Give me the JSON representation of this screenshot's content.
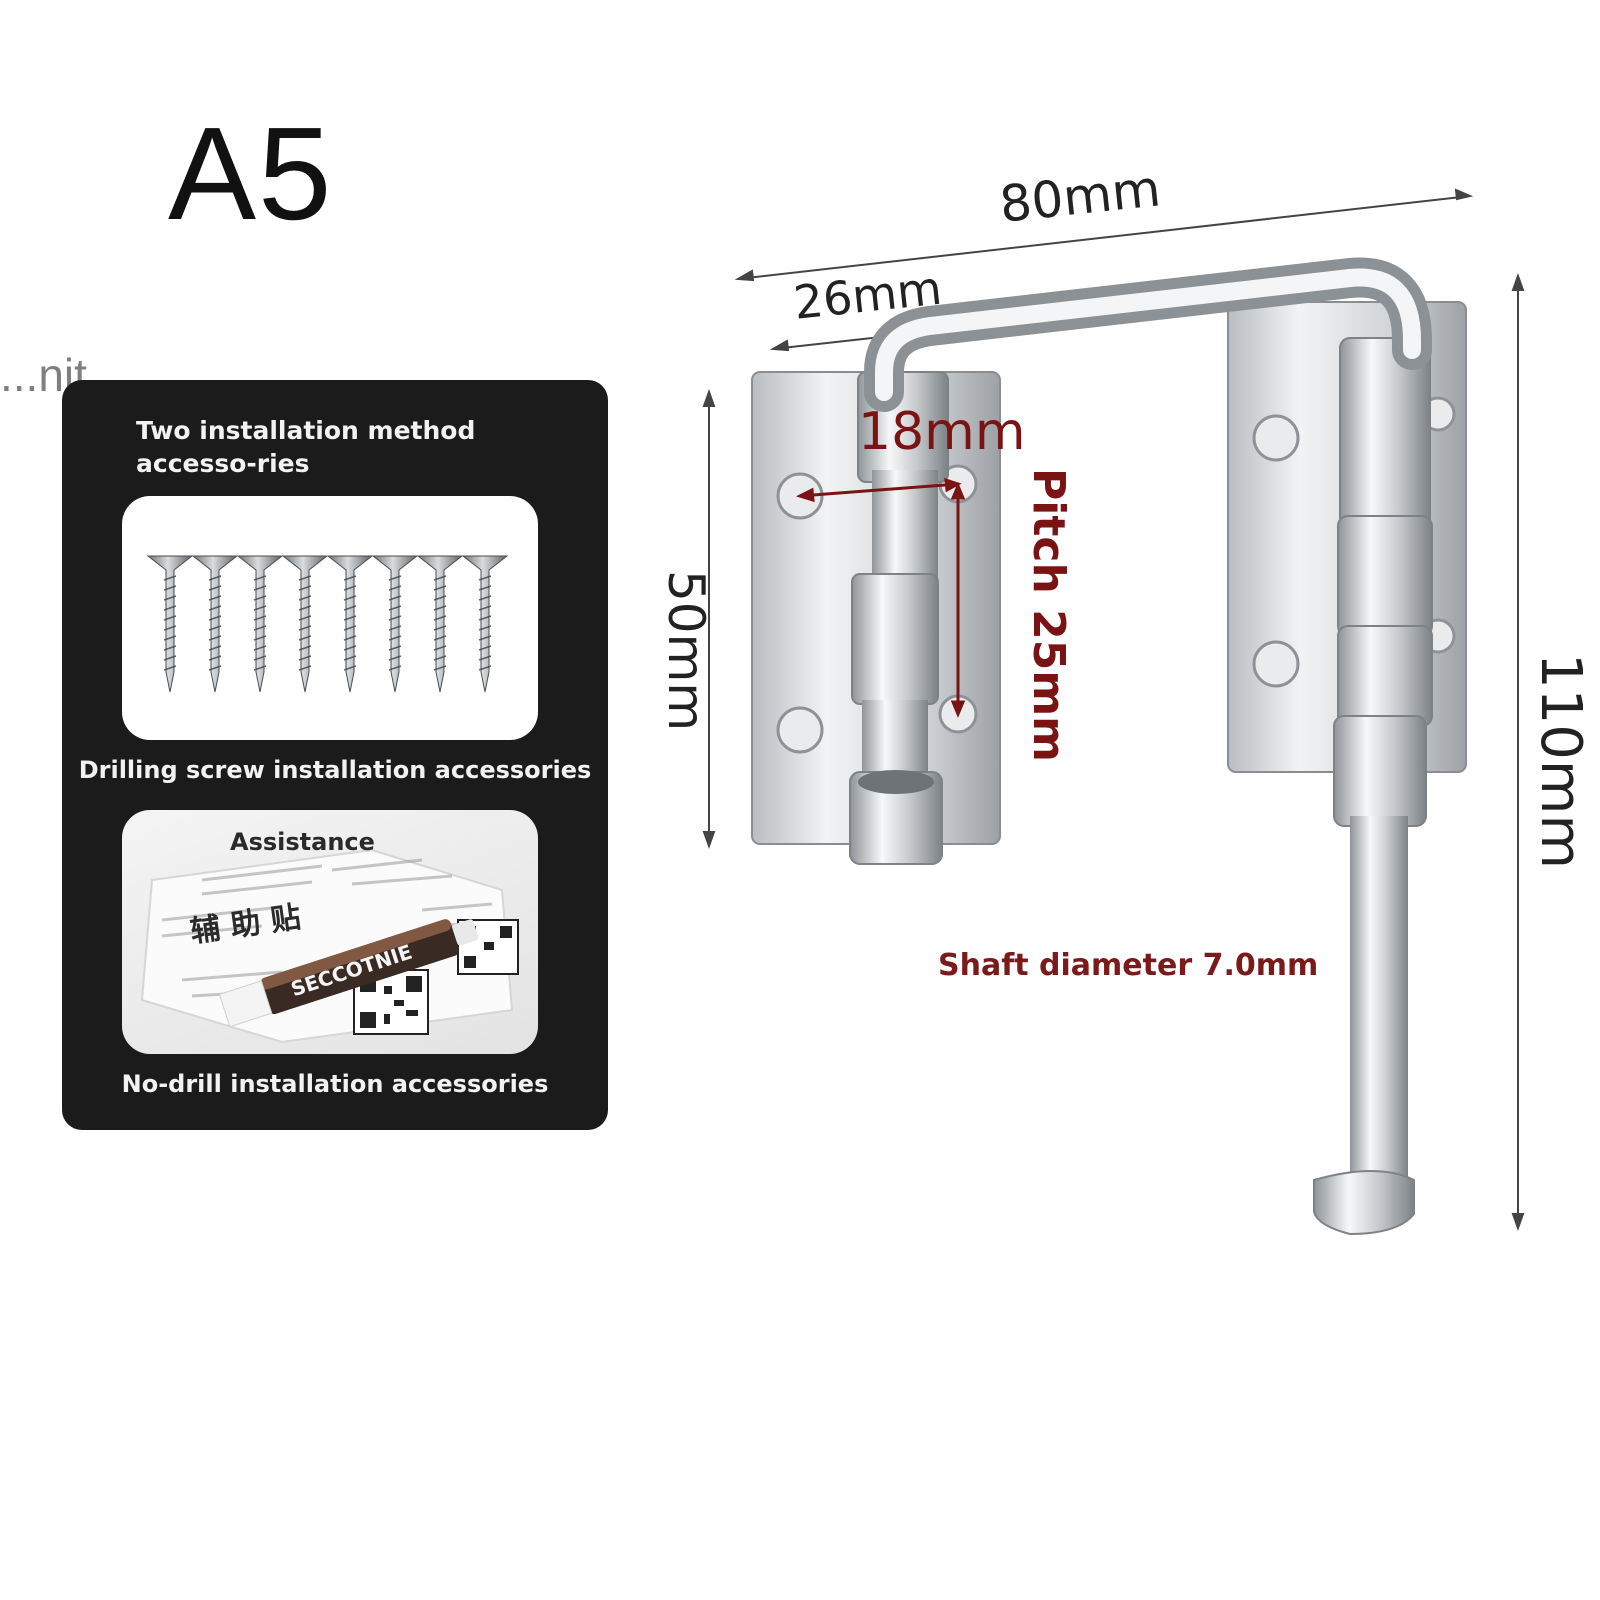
{
  "model": {
    "label": "A5"
  },
  "cutoff_text": "...nit",
  "accessories": {
    "title": "Two installation method accesso-ries",
    "drilling_caption": "Drilling screw installation accessories",
    "nodrill_caption": "No-drill installation accessories",
    "assistance_label": "Assistance",
    "glue_brand": "SECCOTNIE",
    "packet_text": "辅 助 贴"
  },
  "dimensions": {
    "total_width": "80mm",
    "offset_width": "26mm",
    "plate_height": "50mm",
    "total_height": "110mm",
    "hole_spacing": "18mm",
    "pitch": "Pitch 25mm",
    "shaft_diameter": "Shaft diameter 7.0mm"
  },
  "colors": {
    "panel_background": "#1b1b1b",
    "highlight_text": "#7a1414",
    "metal": "#c8ccd0"
  },
  "icons": {
    "screw": "screw-icon",
    "glue_tube": "glue-tube-icon",
    "bolt_latch": "door-bolt-latch"
  }
}
